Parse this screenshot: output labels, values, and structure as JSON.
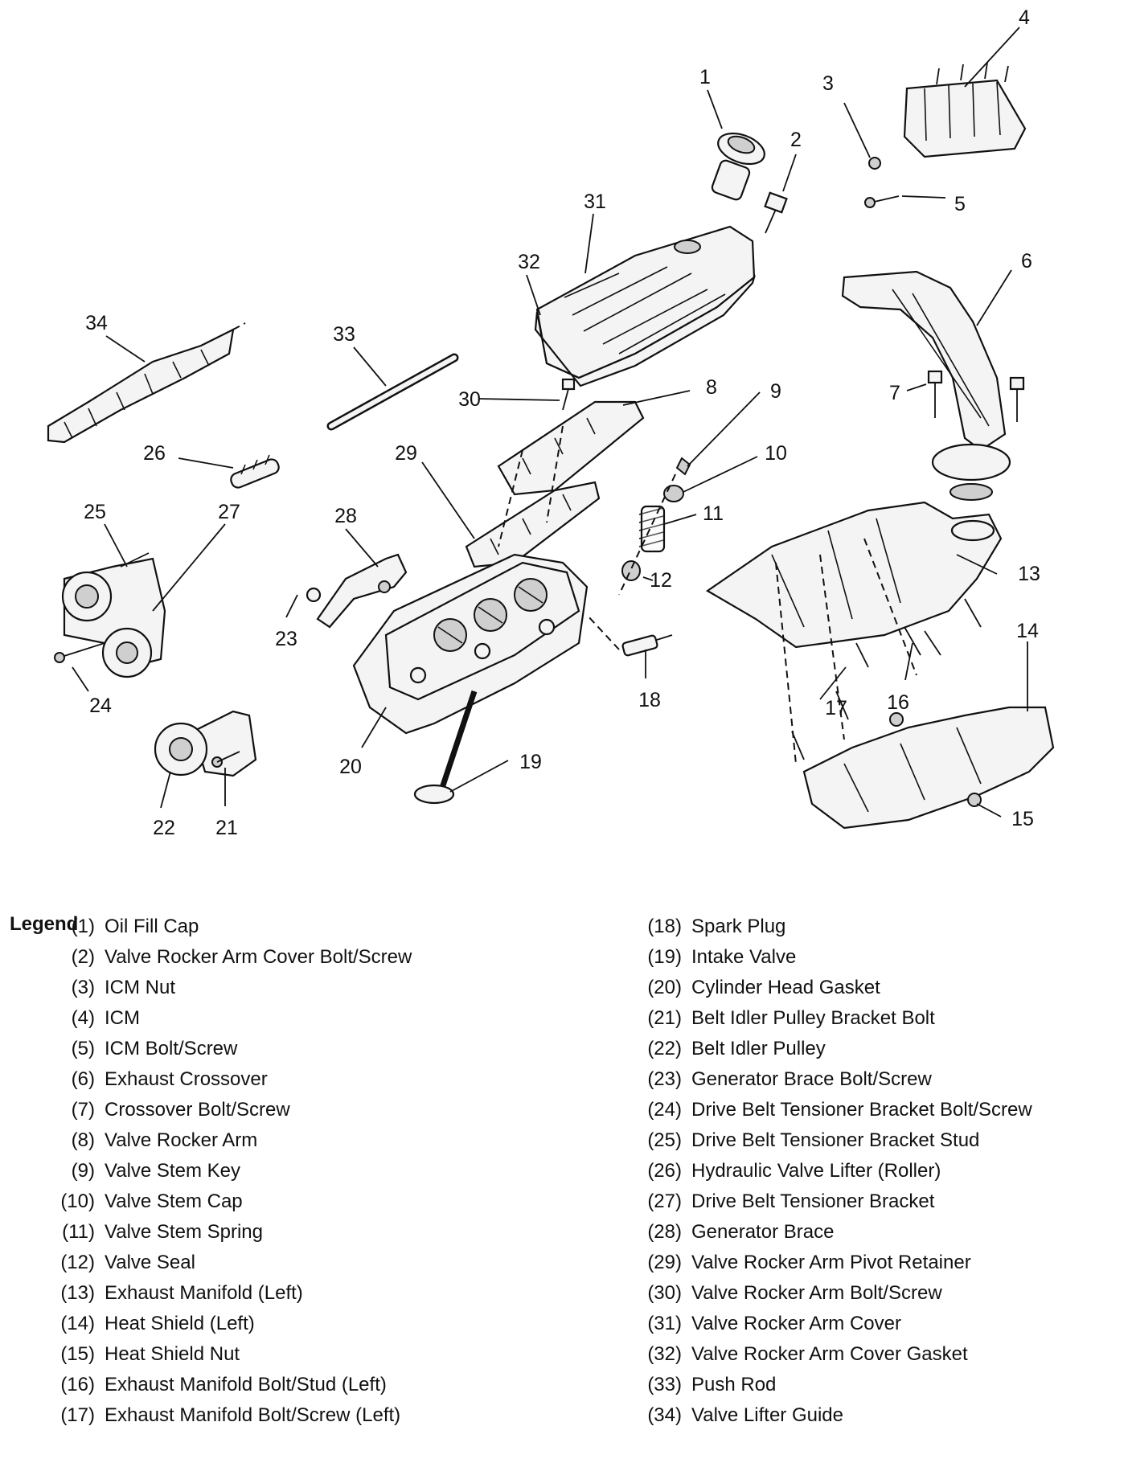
{
  "callouts": [
    "1",
    "2",
    "3",
    "4",
    "5",
    "6",
    "7",
    "8",
    "9",
    "10",
    "11",
    "12",
    "13",
    "14",
    "15",
    "16",
    "17",
    "18",
    "19",
    "20",
    "21",
    "22",
    "23",
    "24",
    "25",
    "26",
    "27",
    "28",
    "29",
    "30",
    "31",
    "32",
    "33",
    "34"
  ],
  "legend": {
    "title": "Legend",
    "items": [
      {
        "num": "(1)",
        "label": "Oil Fill Cap"
      },
      {
        "num": "(2)",
        "label": "Valve Rocker Arm Cover Bolt/Screw"
      },
      {
        "num": "(3)",
        "label": "ICM Nut"
      },
      {
        "num": "(4)",
        "label": "ICM"
      },
      {
        "num": "(5)",
        "label": "ICM Bolt/Screw"
      },
      {
        "num": "(6)",
        "label": "Exhaust Crossover"
      },
      {
        "num": "(7)",
        "label": "Crossover Bolt/Screw"
      },
      {
        "num": "(8)",
        "label": "Valve Rocker Arm"
      },
      {
        "num": "(9)",
        "label": "Valve Stem Key"
      },
      {
        "num": "(10)",
        "label": "Valve Stem Cap"
      },
      {
        "num": "(11)",
        "label": "Valve Stem Spring"
      },
      {
        "num": "(12)",
        "label": "Valve Seal"
      },
      {
        "num": "(13)",
        "label": "Exhaust Manifold (Left)"
      },
      {
        "num": "(14)",
        "label": "Heat Shield (Left)"
      },
      {
        "num": "(15)",
        "label": "Heat Shield Nut"
      },
      {
        "num": "(16)",
        "label": "Exhaust Manifold Bolt/Stud (Left)"
      },
      {
        "num": "(17)",
        "label": "Exhaust Manifold Bolt/Screw (Left)"
      },
      {
        "num": "(18)",
        "label": "Spark Plug"
      },
      {
        "num": "(19)",
        "label": "Intake Valve"
      },
      {
        "num": "(20)",
        "label": "Cylinder Head Gasket"
      },
      {
        "num": "(21)",
        "label": "Belt Idler Pulley Bracket Bolt"
      },
      {
        "num": "(22)",
        "label": "Belt Idler Pulley"
      },
      {
        "num": "(23)",
        "label": "Generator Brace Bolt/Screw"
      },
      {
        "num": "(24)",
        "label": "Drive Belt Tensioner Bracket Bolt/Screw"
      },
      {
        "num": "(25)",
        "label": "Drive Belt Tensioner Bracket Stud"
      },
      {
        "num": "(26)",
        "label": "Hydraulic Valve Lifter (Roller)"
      },
      {
        "num": "(27)",
        "label": "Drive Belt Tensioner Bracket"
      },
      {
        "num": "(28)",
        "label": "Generator Brace"
      },
      {
        "num": "(29)",
        "label": "Valve Rocker Arm Pivot Retainer"
      },
      {
        "num": "(30)",
        "label": "Valve Rocker Arm Bolt/Screw"
      },
      {
        "num": "(31)",
        "label": "Valve Rocker Arm Cover"
      },
      {
        "num": "(32)",
        "label": "Valve Rocker Arm Cover Gasket"
      },
      {
        "num": "(33)",
        "label": "Push Rod"
      },
      {
        "num": "(34)",
        "label": "Valve Lifter Guide"
      }
    ]
  }
}
